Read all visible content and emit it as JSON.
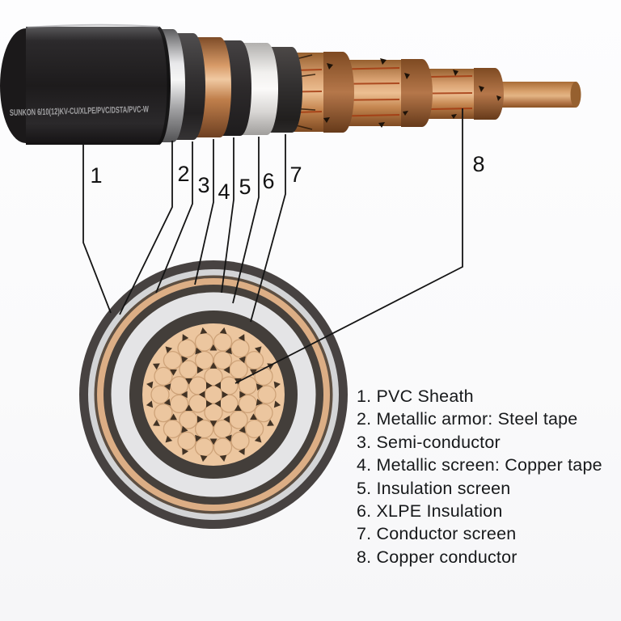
{
  "cable": {
    "marking": "SUNKON 6/10(12)KV-CU/XLPE/PVC/DSTA/PVC-W"
  },
  "callouts": {
    "numbers": [
      "1",
      "2",
      "3",
      "4",
      "5",
      "6",
      "7",
      "8"
    ]
  },
  "legend": {
    "items": [
      {
        "text": "1. PVC Sheath"
      },
      {
        "text": "2. Metallic armor: Steel tape"
      },
      {
        "text": "3. Semi-conductor"
      },
      {
        "text": "4. Metallic screen: Copper tape"
      },
      {
        "text": "5. Insulation screen"
      },
      {
        "text": "6. XLPE Insulation"
      },
      {
        "text": "7. Conductor screen"
      },
      {
        "text": "8. Copper conductor"
      }
    ]
  },
  "colors": {
    "background": "#fbfbfc",
    "leader_line": "#141414",
    "legend_text": "#17191b",
    "xs_pvc": "#474241",
    "xs_steel": "#d3d4d6",
    "xs_semi": "#5d4f42",
    "xs_copper_tape": "#dcae85",
    "xs_ins_screen": "#46403b",
    "xs_xlpe": "#e4e4e6",
    "xs_cond_screen": "#433e3a",
    "xs_conductor": "#ecc69f"
  }
}
